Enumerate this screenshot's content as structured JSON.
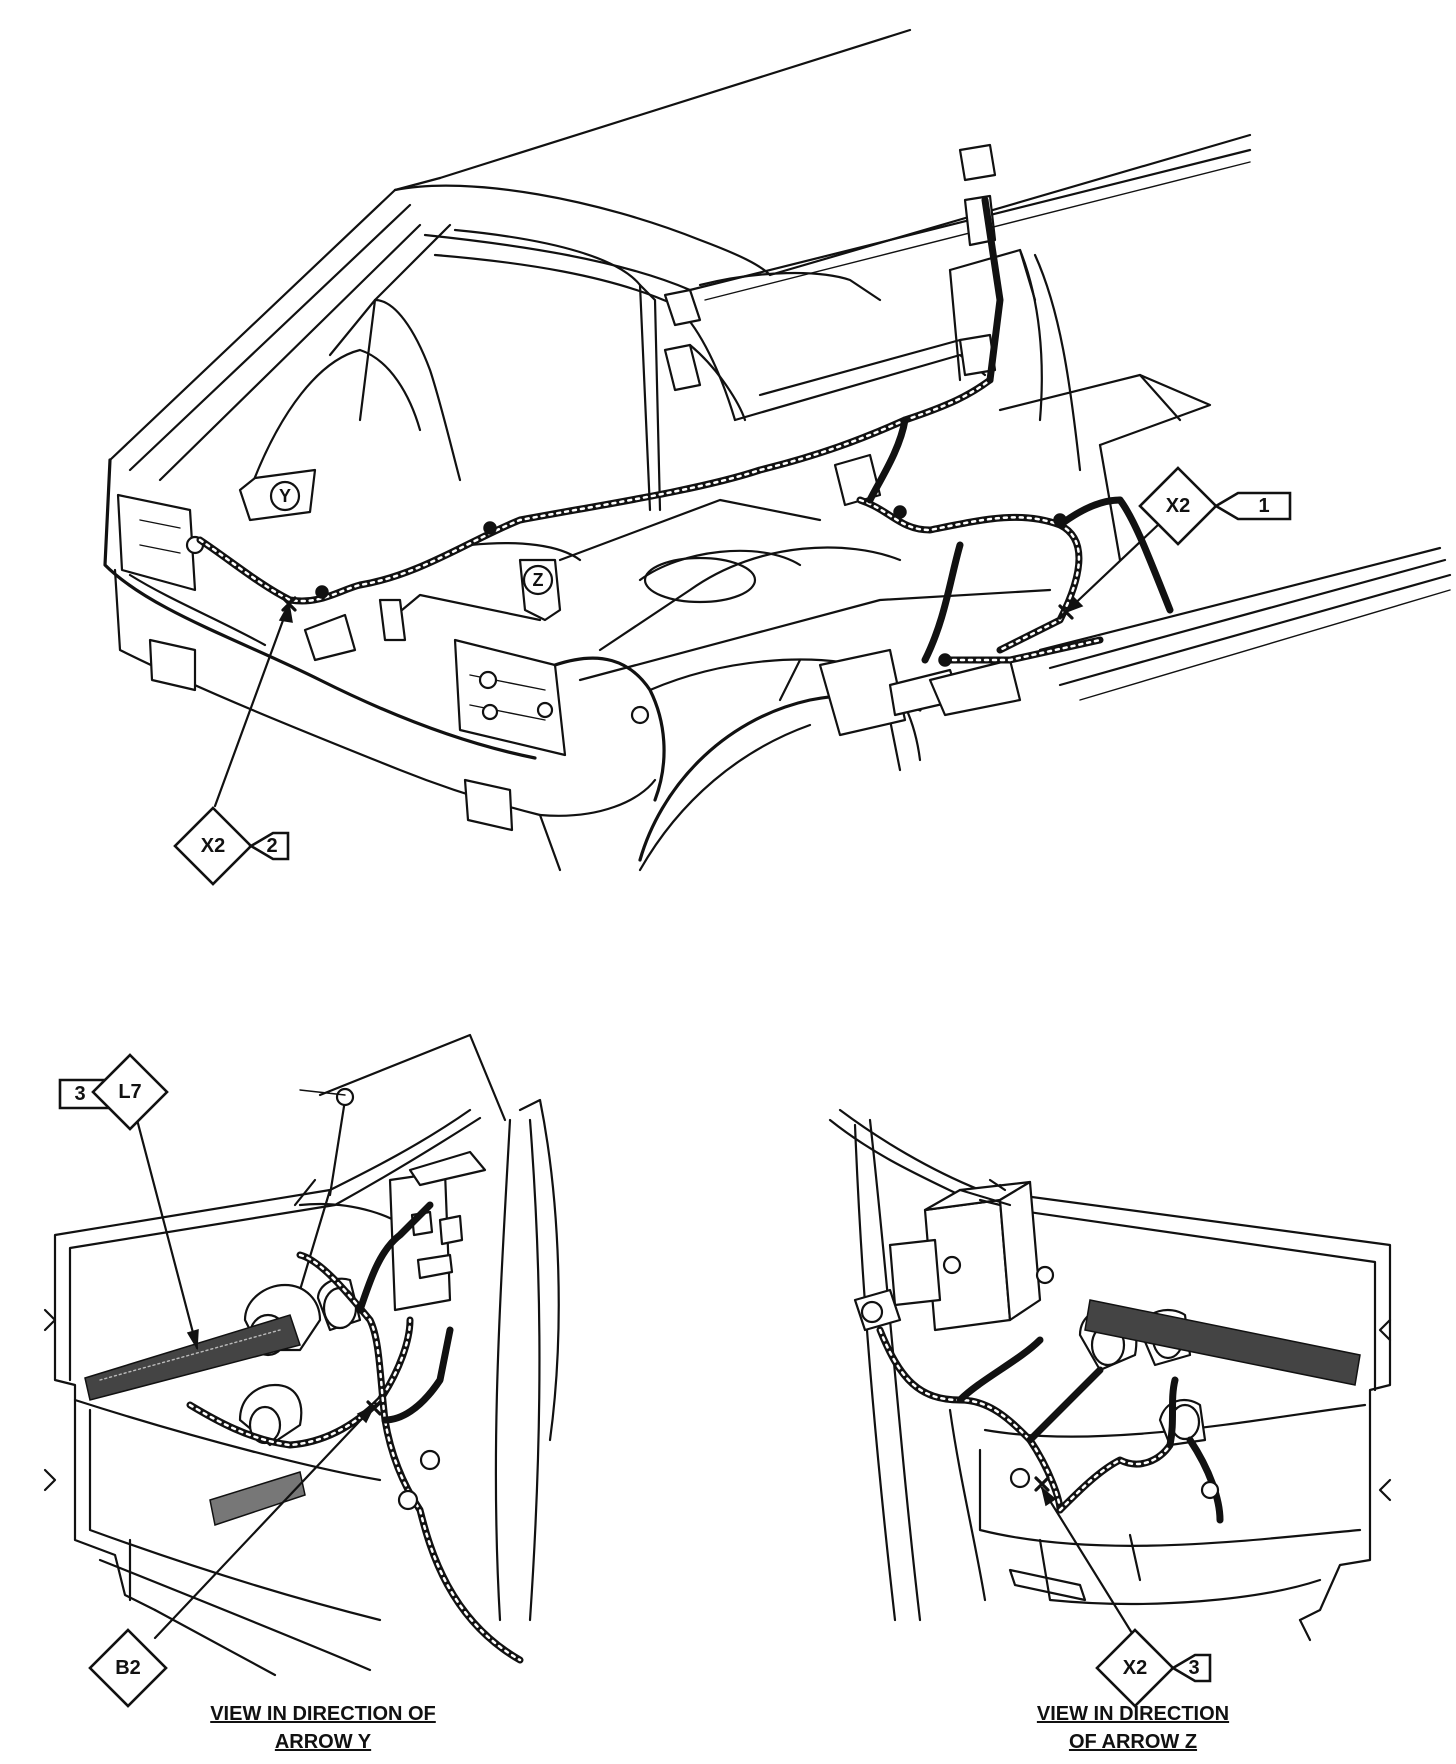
{
  "callouts": {
    "x2_1": {
      "code": "X2",
      "num": "1"
    },
    "x2_2": {
      "code": "X2",
      "num": "2"
    },
    "x2_3": {
      "code": "X2",
      "num": "3"
    },
    "l7": {
      "code": "L7",
      "num": "3"
    },
    "b2": {
      "code": "B2"
    }
  },
  "view_arrows": {
    "y": "Y",
    "z": "Z"
  },
  "captions": {
    "y": {
      "line1": "VIEW IN DIRECTION OF",
      "line2": "ARROW Y"
    },
    "z": {
      "line1": "VIEW IN DIRECTION",
      "line2": "OF ARROW Z"
    }
  }
}
